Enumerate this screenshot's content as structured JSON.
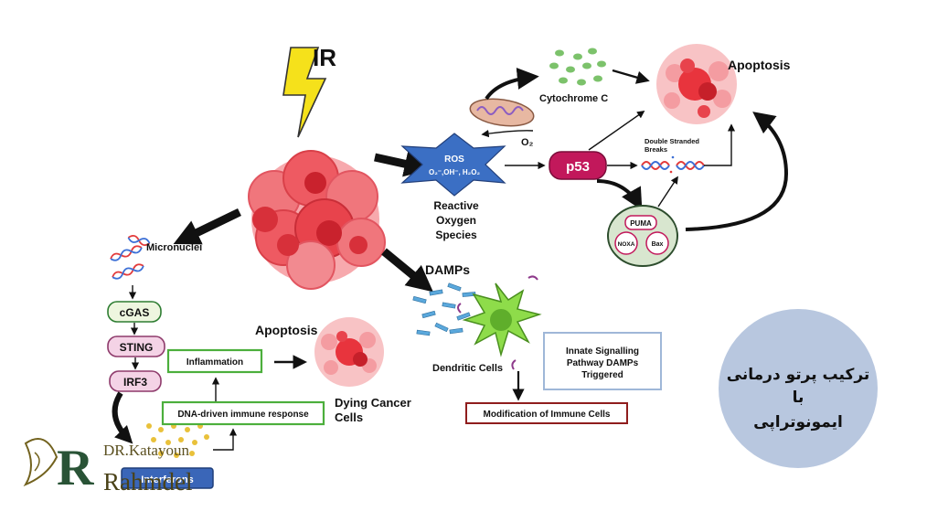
{
  "trigger": {
    "label": "IR"
  },
  "ros": {
    "title": "ROS",
    "formula": "O₂⁻,OH⁻, H₂O₂",
    "caption_line1": "Reactive",
    "caption_line2": "Oxygen",
    "caption_line3": "Species"
  },
  "mito": {
    "oxygen": "O₂",
    "cytochrome": "Cytochrome C"
  },
  "p53": {
    "label": "p53"
  },
  "dna_break": {
    "line1": "Double Stranded",
    "line2": "Breaks"
  },
  "bcl_proteins": {
    "puma": "PUMA",
    "noxa": "NOXA",
    "bax": "Bax"
  },
  "apoptosis_top": {
    "label": "Apoptosis"
  },
  "micronuclei": {
    "label": "Micronuclei"
  },
  "pathway": {
    "cgas": "cGAS",
    "sting": "STING",
    "irf3": "IRF3"
  },
  "inflammation": {
    "label": "Inflammation"
  },
  "dna_immune": {
    "label": "DNA-driven immune response"
  },
  "interferon": {
    "label": "Interferons"
  },
  "apoptosis_mid": {
    "label": "Apoptosis"
  },
  "dying_cells": {
    "line1": "Dying Cancer",
    "line2": "Cells"
  },
  "damps": {
    "label": "DAMPs"
  },
  "dendritic": {
    "label": "Dendritic Cells"
  },
  "innate": {
    "line1": "Innate Signalling",
    "line2": "Pathway DAMPs",
    "line3": "Triggered"
  },
  "modification": {
    "label": "Modification of Immune Cells"
  },
  "persian_badge": {
    "line1": "ترکیب پرتو درمانی",
    "line2": "با",
    "line3": "ایمونوتراپی"
  },
  "watermark": {
    "line1": "DR.Katayoun",
    "line2": "Rahmdel"
  },
  "colors": {
    "green_box": "#4caf3c",
    "pink_box": "#f4d3e6",
    "green_pill": "#eef6df",
    "p53": "#c2185b",
    "star": "#3b6fc4",
    "badge": "#b8c7df",
    "red_box": "#8f1d1d",
    "blue_box": "#9fb7d8"
  }
}
